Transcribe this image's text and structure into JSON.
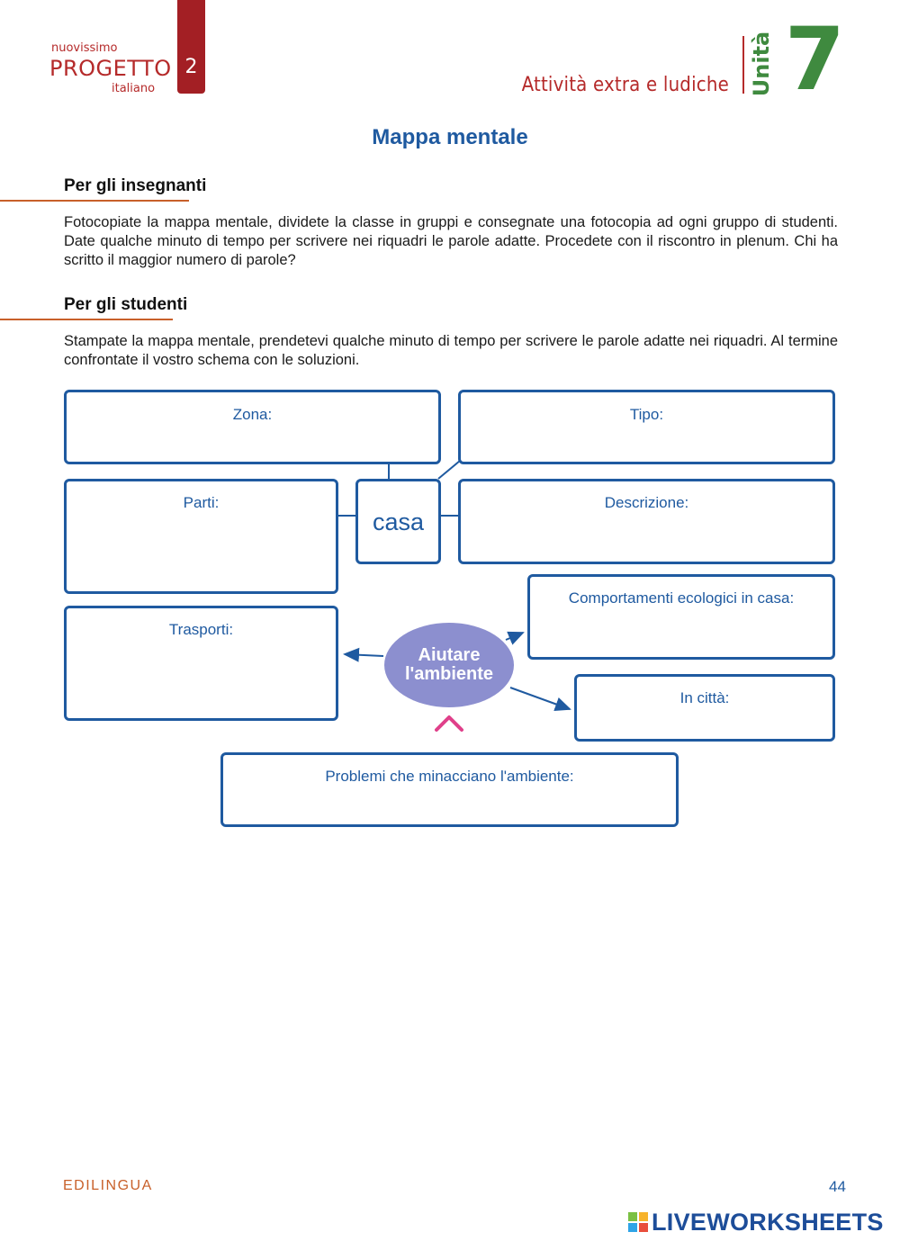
{
  "header": {
    "logo_top": "nuovissimo",
    "logo_main": "PROGETTO",
    "logo_bottom": "italiano",
    "volume": "2",
    "section": "Attività extra e ludiche",
    "unit_word": "Unità",
    "unit_number": "7"
  },
  "title": "Mappa mentale",
  "teachers": {
    "heading": "Per gli insegnanti",
    "text": "Fotocopiate la mappa mentale, dividete la classe in gruppi e consegnate una fotocopia ad ogni gruppo di studenti. Date qualche minuto di tempo per scrivere nei riquadri le parole adatte. Procedete con il riscontro in plenum. Chi ha scritto il maggior numero di parole?"
  },
  "students": {
    "heading": "Per gli studenti",
    "text": "Stampate la mappa mentale, prendetevi qualche minuto di tempo per scrivere le parole adatte nei riquadri. Al termine confrontate il vostro schema con le soluzioni."
  },
  "map": {
    "center_top": "casa",
    "center_bottom_line1": "Aiutare",
    "center_bottom_line2": "l'ambiente",
    "zona": "Zona:",
    "tipo": "Tipo:",
    "parti": "Parti:",
    "descrizione": "Descrizione:",
    "comportamenti": "Comportamenti ecologici in casa:",
    "trasporti": "Trasporti:",
    "citta": "In città:",
    "problemi": "Problemi che minacciano l'ambiente:"
  },
  "footer": {
    "brand": "EDILINGUA",
    "page": "44",
    "watermark": "LIVEWORKSHEETS"
  },
  "colors": {
    "accent_blue": "#1f5aa0",
    "brand_red": "#a31f24",
    "unit_green": "#3f8a3f",
    "rule_orange": "#c8602a",
    "ellipse_purple": "#8c8fcf"
  }
}
